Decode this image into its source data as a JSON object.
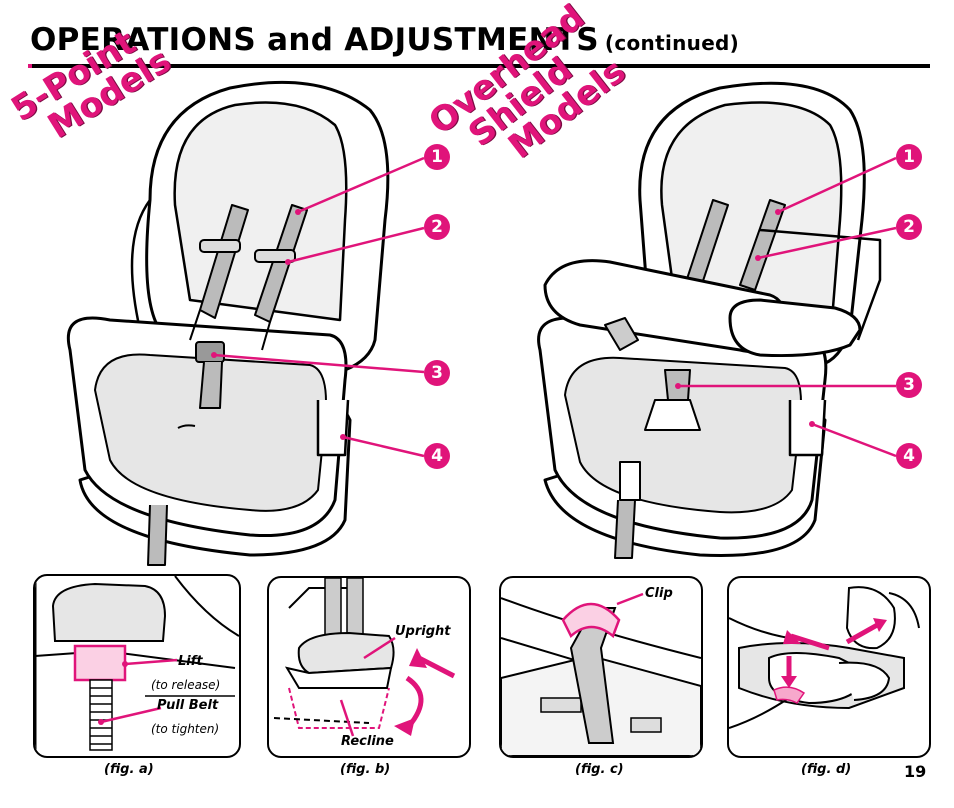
{
  "header": {
    "title": "OPERATIONS and ADJUSTMENTS",
    "continued": "(continued)"
  },
  "models": {
    "five_point": {
      "line1": "5-Point",
      "line2": "Models"
    },
    "overhead": {
      "line1": "Overhead",
      "line2": "Shield",
      "line3": "Models"
    }
  },
  "callouts": [
    "1",
    "2",
    "3",
    "4"
  ],
  "figures": {
    "a": {
      "caption": "(fig. a)",
      "lift": "Lift",
      "lift_note": "(to release)",
      "pull": "Pull Belt",
      "pull_note": "(to tighten)"
    },
    "b": {
      "caption": "(fig. b)",
      "upright": "Upright",
      "recline": "Recline"
    },
    "c": {
      "caption": "(fig. c)",
      "clip": "Clip"
    },
    "d": {
      "caption": "(fig. d)"
    }
  },
  "page_number": "19",
  "colors": {
    "accent": "#e0147a",
    "ink": "#000000",
    "shade": "#d8d8d8"
  },
  "icons": [
    "seat-illustration",
    "harness-icon",
    "buckle-icon",
    "clip-icon",
    "arrow-icon"
  ]
}
